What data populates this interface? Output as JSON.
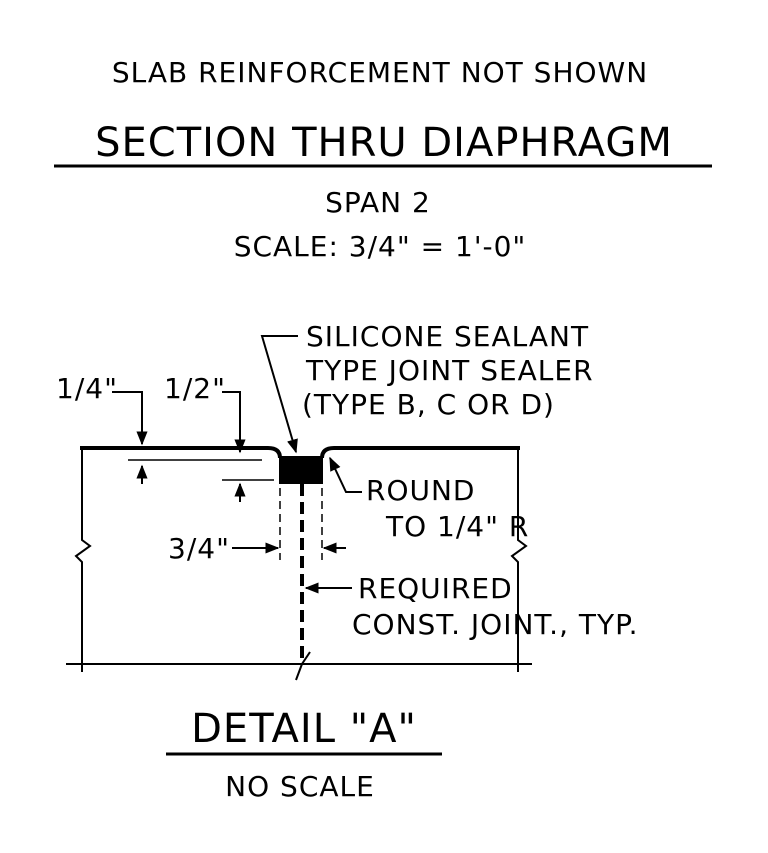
{
  "header": {
    "note": "SLAB REINFORCEMENT NOT SHOWN",
    "section_title": "SECTION THRU DIAPHRAGM",
    "span": "SPAN 2",
    "scale_prefix": "SCALE:",
    "scale_value": "3/4\" = 1'-0\""
  },
  "detail": {
    "callout_sealant": [
      "SILICONE SEALANT",
      "TYPE JOINT SEALER",
      "(TYPE B, C OR D)"
    ],
    "dim_quarter": "1/4\"",
    "dim_half": "1/2\"",
    "dim_three_quarter": "3/4\"",
    "callout_round": [
      "ROUND",
      "TO 1/4\" R"
    ],
    "callout_joint": [
      "REQUIRED",
      "CONST. JOINT., TYP."
    ]
  },
  "footer": {
    "title": "DETAIL \"A\"",
    "scale": "NO SCALE"
  },
  "colors": {
    "ink": "#000000",
    "paper": "#ffffff"
  }
}
